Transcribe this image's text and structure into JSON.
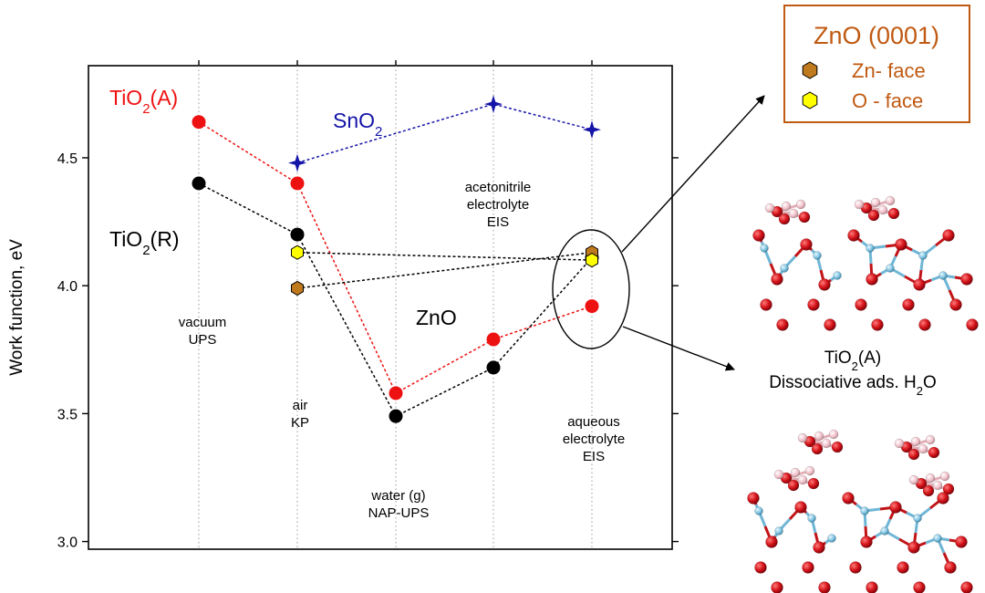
{
  "chart_data": {
    "type": "line",
    "ylabel": "Work function, eV",
    "ylim": [
      2.97,
      4.86
    ],
    "yticks": [
      3.0,
      3.5,
      4.0,
      4.5
    ],
    "ytick_labels": [
      "3.0",
      "3.5",
      "4.0",
      "4.5"
    ],
    "grid": "vertical dotted lines at each condition",
    "conditions": [
      {
        "lines": [
          "vacuum",
          "UPS"
        ]
      },
      {
        "lines": [
          "air",
          "KP"
        ]
      },
      {
        "lines": [
          "water (g)",
          "NAP-UPS"
        ]
      },
      {
        "lines": [
          "acetonitrile",
          "electrolyte",
          "EIS"
        ]
      },
      {
        "lines": [
          "aqueous",
          "electrolyte",
          "EIS"
        ]
      }
    ],
    "series": [
      {
        "key": "tio2a",
        "label_main": "TiO",
        "label_sub": "2",
        "label_tail": "(A)",
        "color": "#ee1111",
        "marker": "circle",
        "x": [
          0,
          1,
          2,
          3,
          4
        ],
        "y": [
          4.64,
          4.4,
          3.58,
          3.79,
          3.92
        ]
      },
      {
        "key": "tio2r",
        "label_main": "TiO",
        "label_sub": "2",
        "label_tail": "(R)",
        "color": "#000000",
        "marker": "circle",
        "x": [
          0,
          1,
          2,
          3,
          4
        ],
        "y": [
          4.4,
          4.2,
          3.49,
          3.68,
          4.11
        ]
      },
      {
        "key": "sno2",
        "label_main": "SnO",
        "label_sub": "2",
        "label_tail": "",
        "color": "#1414a8",
        "marker": "star",
        "x": [
          1,
          3,
          4
        ],
        "y": [
          4.48,
          4.71,
          4.61
        ]
      },
      {
        "key": "zn_face",
        "label_main": "",
        "label_sub": "",
        "label_tail": "",
        "color": "#c07a1e",
        "marker": "hexagon",
        "x": [
          1,
          4
        ],
        "y": [
          3.99,
          4.13
        ]
      },
      {
        "key": "o_face",
        "label_main": "",
        "label_sub": "",
        "label_tail": "",
        "color": "#ffff00",
        "marker": "hexagon",
        "x": [
          1,
          4
        ],
        "y": [
          4.13,
          4.1
        ]
      }
    ],
    "annotations": {
      "zno": "ZnO"
    },
    "legend": {
      "title": "ZnO (0001)",
      "title_color": "#c05a12",
      "items": [
        {
          "label": "Zn- face",
          "fill": "#c07a1e"
        },
        {
          "label": "O - face",
          "fill": "#ffff00"
        }
      ],
      "placement": "top-right"
    }
  },
  "side_panel": {
    "caption_main": "TiO",
    "caption_sub": "2",
    "caption_tail": "(A)",
    "caption_line2": "Dissociative ads. H",
    "caption_line2_sub": "2",
    "caption_line2_tail": "O"
  }
}
